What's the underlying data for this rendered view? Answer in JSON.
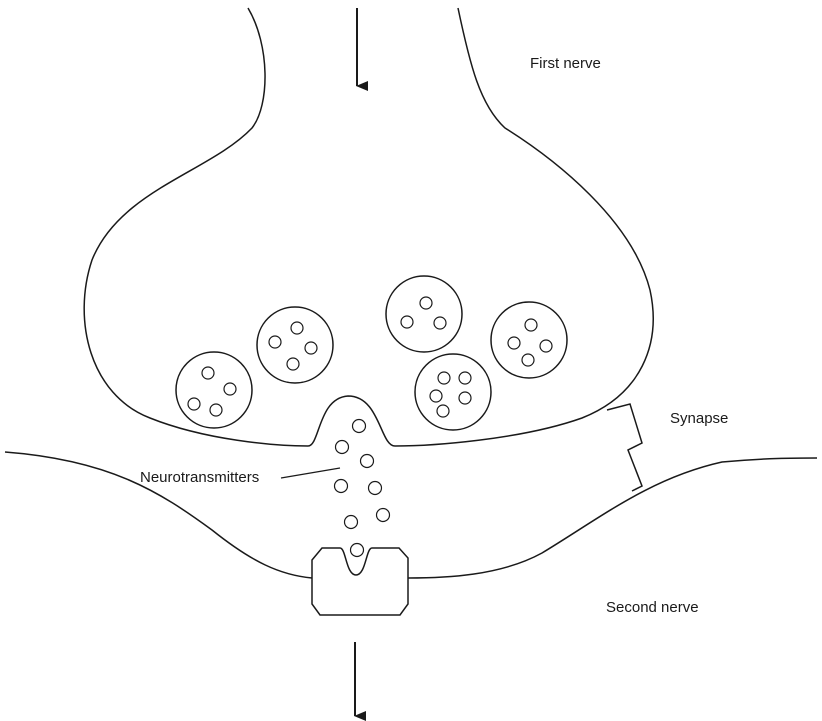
{
  "labels": {
    "first_nerve": "First nerve",
    "synapse": "Synapse",
    "neurotransmitters": "Neurotransmitters",
    "second_nerve": "Second nerve"
  },
  "colors": {
    "stroke": "#1a1a1a",
    "background": "#ffffff"
  },
  "flow_direction": "downward"
}
